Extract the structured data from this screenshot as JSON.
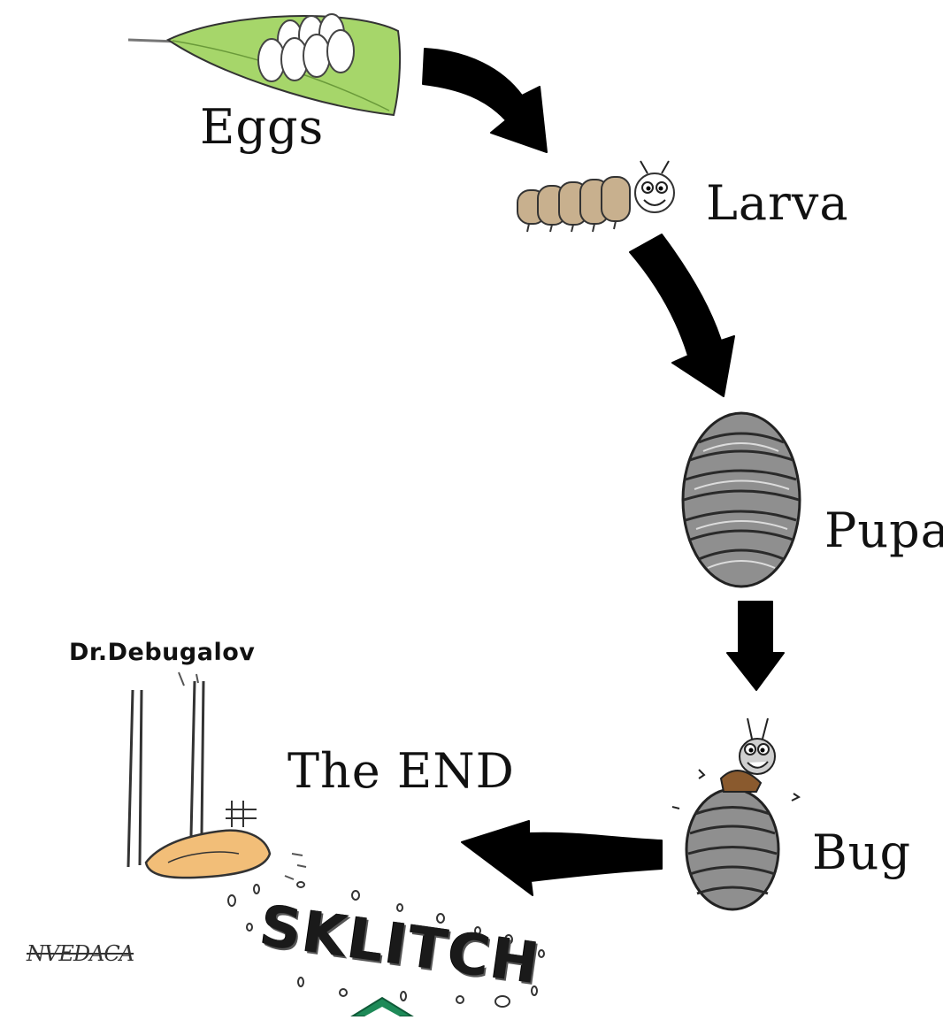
{
  "stages": {
    "eggs": "Eggs",
    "larva": "Larva",
    "pupa": "Pupa",
    "bug": "Bug",
    "end": "The END"
  },
  "boot_owner": "Dr.Debugalov",
  "sound_effect": "SKLITCH",
  "artist_signature": "NVEDACA",
  "colors": {
    "leaf": "#a6d66a",
    "larva_body": "#c8b08e",
    "shoe": "#f2be78",
    "arrow": "#000000",
    "logo": "#1e8a58"
  }
}
